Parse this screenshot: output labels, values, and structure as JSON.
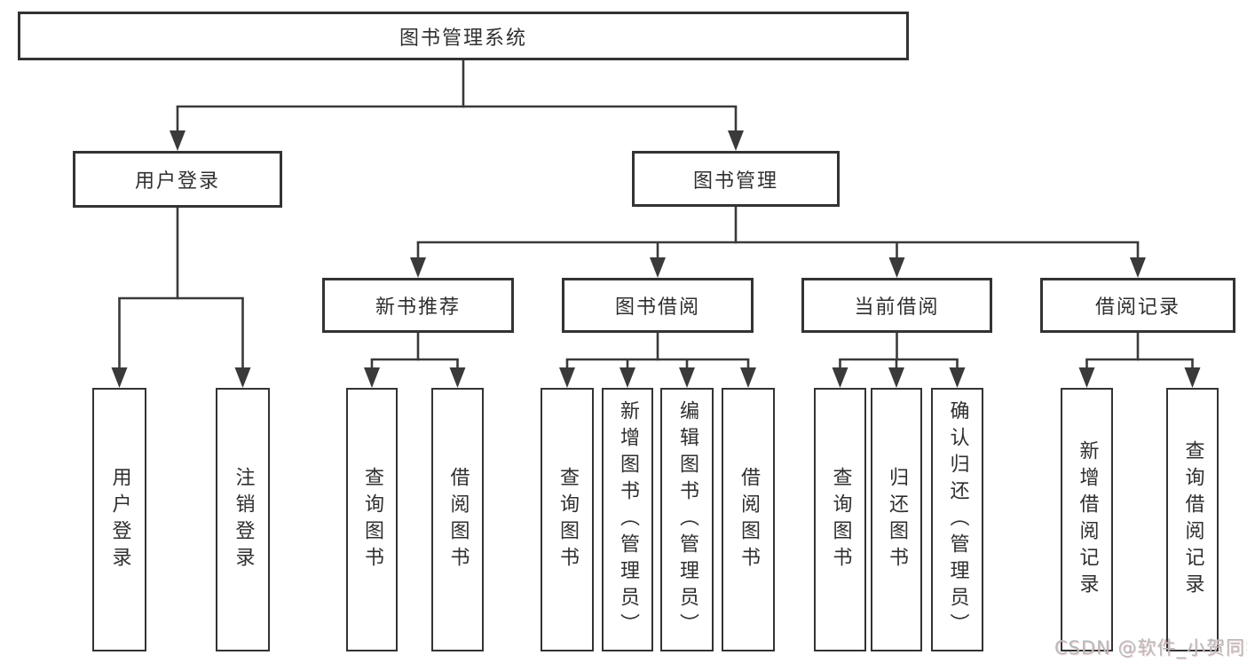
{
  "diagram": {
    "root": {
      "label": "图书管理系统",
      "children": [
        {
          "label": "用户登录",
          "children": [
            {
              "label": "用户登录"
            },
            {
              "label": "注销登录"
            }
          ]
        },
        {
          "label": "图书管理",
          "children": [
            {
              "label": "新书推荐",
              "children": [
                {
                  "label": "查询图书"
                },
                {
                  "label": "借阅图书"
                }
              ]
            },
            {
              "label": "图书借阅",
              "children": [
                {
                  "label": "查询图书"
                },
                {
                  "label": "新增图书（管理员）"
                },
                {
                  "label": "编辑图书（管理员）"
                },
                {
                  "label": "借阅图书"
                }
              ]
            },
            {
              "label": "当前借阅",
              "children": [
                {
                  "label": "查询图书"
                },
                {
                  "label": "归还图书"
                },
                {
                  "label": "确认归还（管理员）"
                }
              ]
            },
            {
              "label": "借阅记录",
              "children": [
                {
                  "label": "新增借阅记录"
                },
                {
                  "label": "查询借阅记录"
                }
              ]
            }
          ]
        }
      ]
    }
  },
  "watermark": {
    "text": "CSDN @软件_小贺同学"
  },
  "colors": {
    "line": "#3a3a3a",
    "box_border": "#333333",
    "text": "#2f2f2f",
    "background": "#ffffff",
    "watermark": "#b6babd"
  }
}
